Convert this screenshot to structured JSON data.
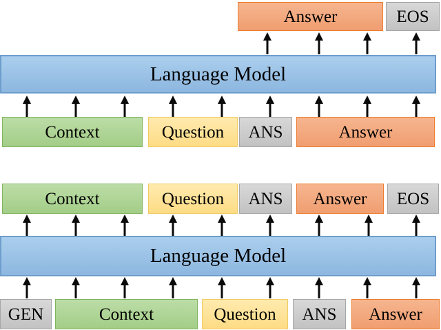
{
  "figure": {
    "background": "#ffffff",
    "colors": {
      "context_green": "#A9D18E",
      "question_yellow": "#FFE092",
      "token_gray": "#C9C9C9",
      "answer_orange": "#F2A77C",
      "model_blue": "#9CC3E5",
      "arrow_black": "#0A0A0A"
    },
    "top_diagram": {
      "model_label": "Language Model",
      "outputs": [
        {
          "label": "Answer"
        },
        {
          "label": "EOS"
        }
      ],
      "inputs": [
        {
          "label": "Context"
        },
        {
          "label": "Question"
        },
        {
          "label": "ANS"
        },
        {
          "label": "Answer"
        }
      ]
    },
    "bottom_diagram": {
      "model_label": "Language Model",
      "outputs": [
        {
          "label": "Context"
        },
        {
          "label": "Question"
        },
        {
          "label": "ANS"
        },
        {
          "label": "Answer"
        },
        {
          "label": "EOS"
        }
      ],
      "inputs": [
        {
          "label": "GEN"
        },
        {
          "label": "Context"
        },
        {
          "label": "Question"
        },
        {
          "label": "ANS"
        },
        {
          "label": "Answer"
        }
      ]
    }
  }
}
